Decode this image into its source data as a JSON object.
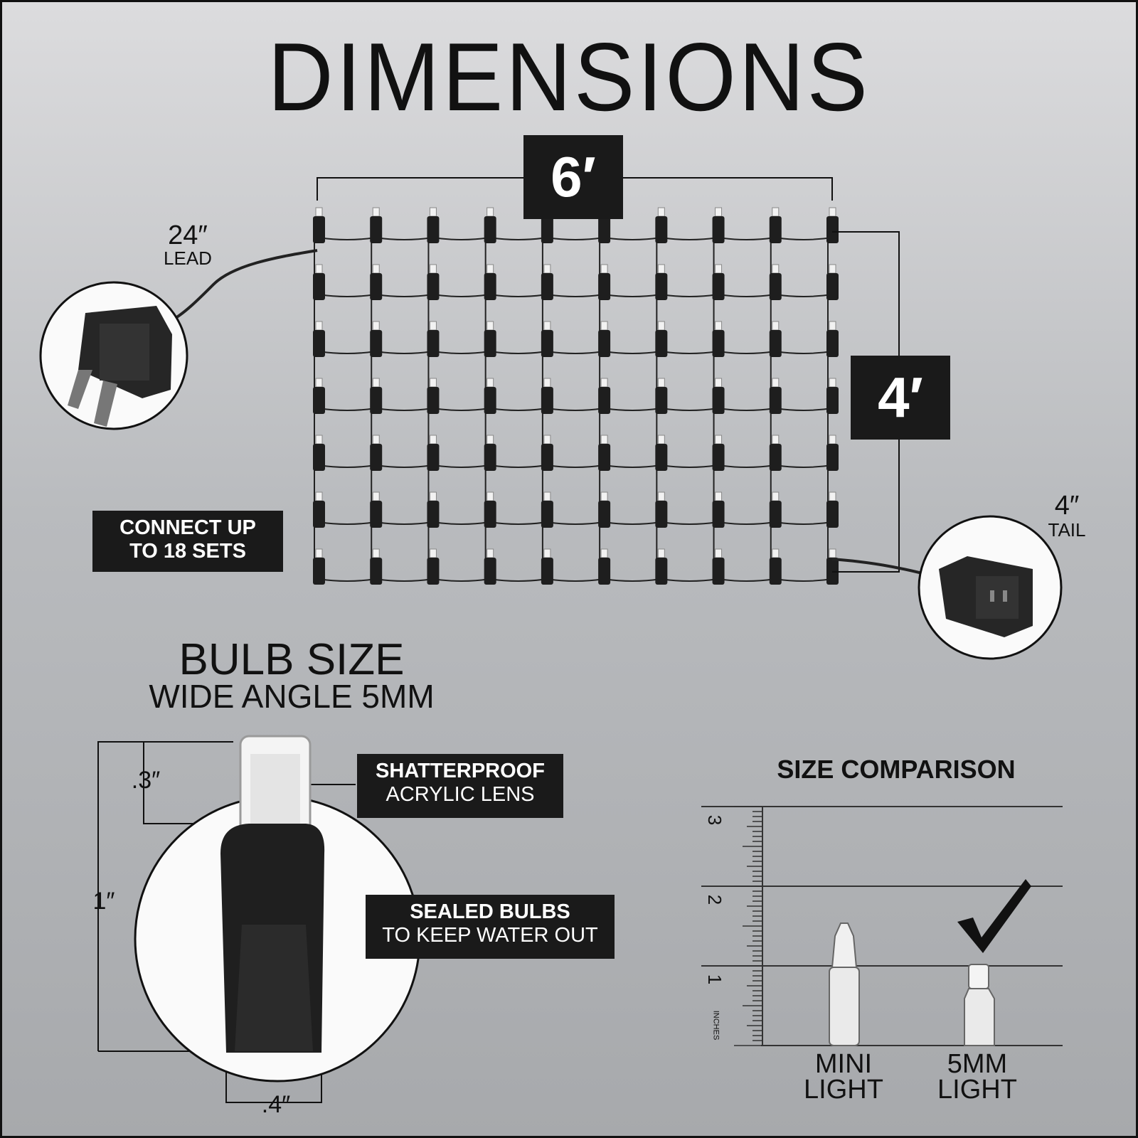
{
  "title": "DIMENSIONS",
  "width_label": "6′",
  "height_label": "4′",
  "lead": {
    "length": "24″",
    "label": "LEAD"
  },
  "tail": {
    "length": "4″",
    "label": "TAIL"
  },
  "connect": {
    "line1": "CONNECT UP",
    "line2": "TO 18 SETS"
  },
  "grid": {
    "columns": 10,
    "rows": 7
  },
  "bulb": {
    "title": "BULB SIZE",
    "subtitle": "WIDE ANGLE 5MM",
    "lens_height": ".3″",
    "total_height": "1″",
    "width": ".4″",
    "feature1": {
      "bold": "SHATTERPROOF",
      "normal": "ACRYLIC LENS"
    },
    "feature2": {
      "bold": "SEALED BULBS",
      "normal": "TO KEEP WATER OUT"
    }
  },
  "comparison": {
    "title": "SIZE COMPARISON",
    "ruler_numbers": [
      "3",
      "2",
      "1"
    ],
    "ruler_unit": "INCHES",
    "items": [
      {
        "line1": "MINI",
        "line2": "LIGHT"
      },
      {
        "line1": "5MM",
        "line2": "LIGHT"
      }
    ],
    "selected": "5MM LIGHT",
    "check_icon": "checkmark-icon"
  },
  "colors": {
    "label_bg": "#1a1a1a",
    "label_text": "#ffffff",
    "ink": "#111111"
  }
}
